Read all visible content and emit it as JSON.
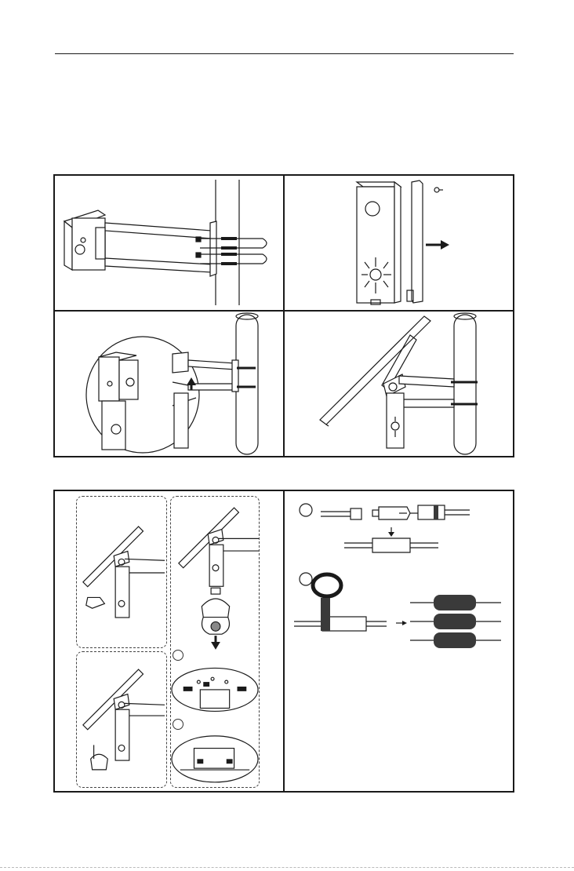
{
  "document": {
    "header_rule": true,
    "figures": [
      {
        "name": "pole-mount-installation",
        "steps": 4
      },
      {
        "name": "camera-and-cable-connection",
        "steps": 4
      }
    ],
    "colors": {
      "ink": "#1a1a1a",
      "panel_fill": "#ffffff",
      "dash": "#444444"
    },
    "icons": [
      "arrow-up-icon",
      "arrow-right-icon",
      "arrow-down-icon",
      "step-badge-icon"
    ]
  }
}
